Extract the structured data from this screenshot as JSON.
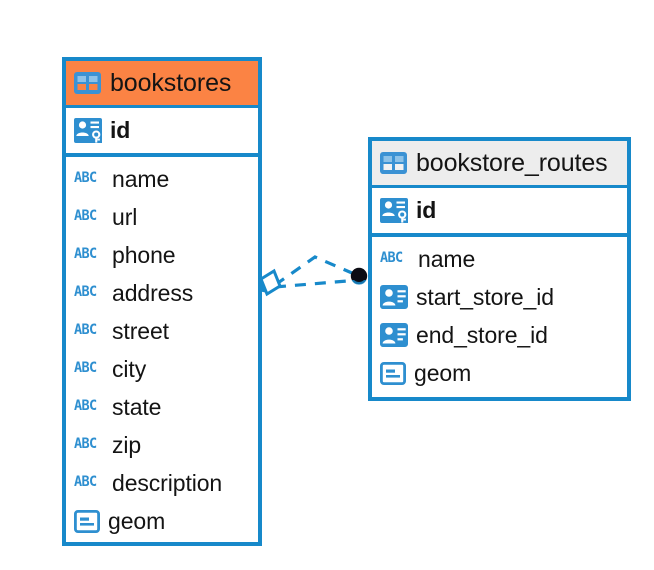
{
  "diagram": {
    "type": "entity-relationship-diagram",
    "background_color": "#ffffff",
    "accent_color": "#1789ca",
    "highlight_color": "#fb8344",
    "header_color": "#ededed"
  },
  "entities": [
    {
      "name": "bookstores",
      "header_icon": "table-icon",
      "header_highlighted": true,
      "primary_keys": [
        {
          "label": "id",
          "icon": "primary-key-icon"
        }
      ],
      "fields": [
        {
          "label": "name",
          "icon": "abc-text-icon",
          "type_hint": "ABC"
        },
        {
          "label": "url",
          "icon": "abc-text-icon",
          "type_hint": "ABC"
        },
        {
          "label": "phone",
          "icon": "abc-text-icon",
          "type_hint": "ABC"
        },
        {
          "label": "address",
          "icon": "abc-text-icon",
          "type_hint": "ABC"
        },
        {
          "label": "street",
          "icon": "abc-text-icon",
          "type_hint": "ABC"
        },
        {
          "label": "city",
          "icon": "abc-text-icon",
          "type_hint": "ABC"
        },
        {
          "label": "state",
          "icon": "abc-text-icon",
          "type_hint": "ABC"
        },
        {
          "label": "zip",
          "icon": "abc-text-icon",
          "type_hint": "ABC"
        },
        {
          "label": "description",
          "icon": "abc-text-icon",
          "type_hint": "ABC"
        },
        {
          "label": "geom",
          "icon": "geometry-icon",
          "type_hint": "geometry"
        }
      ]
    },
    {
      "name": "bookstore_routes",
      "header_icon": "table-icon",
      "header_highlighted": false,
      "primary_keys": [
        {
          "label": "id",
          "icon": "primary-key-icon"
        }
      ],
      "fields": [
        {
          "label": "name",
          "icon": "abc-text-icon",
          "type_hint": "ABC"
        },
        {
          "label": "start_store_id",
          "icon": "foreign-key-icon",
          "type_hint": "reference"
        },
        {
          "label": "end_store_id",
          "icon": "foreign-key-icon",
          "type_hint": "reference"
        },
        {
          "label": "geom",
          "icon": "geometry-icon",
          "type_hint": "geometry"
        }
      ]
    }
  ],
  "relationship": {
    "name": "bookstores-to-bookstore_routes",
    "source_marker": "crows-foot-diamond-marker",
    "target_marker": "filled-circle-marker",
    "line_style": "dashed",
    "line_color": "#1789ca"
  }
}
